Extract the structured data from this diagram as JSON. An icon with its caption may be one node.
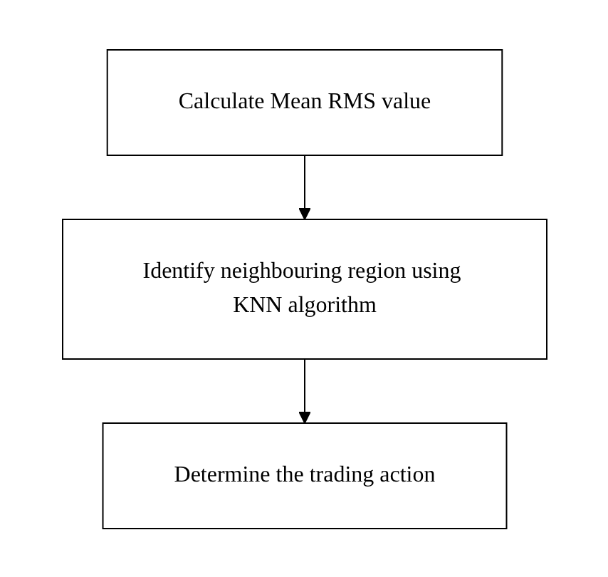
{
  "diagram": {
    "nodes": [
      {
        "text": [
          "Calculate Mean RMS value"
        ]
      },
      {
        "text": [
          "Identify neighbouring region using KNN algorithm"
        ]
      },
      {
        "text": [
          "Determine the trading action"
        ]
      }
    ],
    "edges": [
      {
        "from": 0,
        "to": 1,
        "arrow": "to"
      },
      {
        "from": 1,
        "to": 2,
        "arrow": "to"
      }
    ]
  }
}
